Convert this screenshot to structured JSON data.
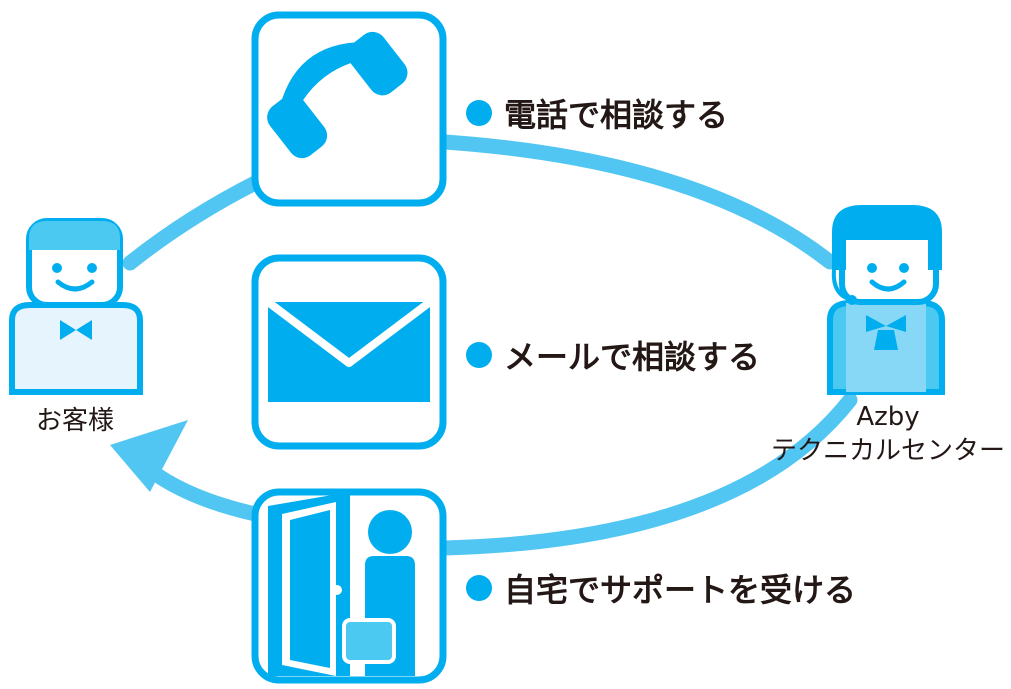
{
  "colors": {
    "accent": "#00aeef",
    "accent_light": "#4cc9f0",
    "ring": "#52c6f2",
    "card_fill": "#e6f4fd",
    "face": "#ffffff",
    "text": "#231815"
  },
  "customer": {
    "label": "お客様",
    "icon": "customer-person-icon"
  },
  "center": {
    "line1": "Azby",
    "line2": "テクニカルセンター",
    "icon": "support-operator-headset-icon"
  },
  "options": [
    {
      "label": "電話で相談する",
      "icon": "telephone-handset-icon"
    },
    {
      "label": "メールで相談する",
      "icon": "envelope-icon"
    },
    {
      "label": "自宅でサポートを受ける",
      "icon": "home-visit-door-icon"
    }
  ]
}
